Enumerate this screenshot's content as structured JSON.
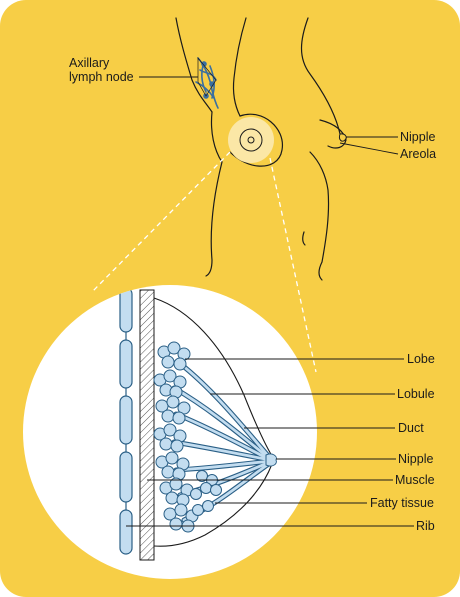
{
  "labels": {
    "axillary_line1": "Axillary",
    "axillary_line2": "lymph node",
    "nipple_top": "Nipple",
    "areola": "Areola",
    "lobe": "Lobe",
    "lobule": "Lobule",
    "duct": "Duct",
    "nipple_detail": "Nipple",
    "muscle": "Muscle",
    "fatty_tissue": "Fatty tissue",
    "rib": "Rib"
  },
  "colors": {
    "background": "#F7CE46",
    "outline": "#1b1b1b",
    "lobe_fill": "#C3DDF0",
    "lobe_stroke": "#2a5f86",
    "detail_circle": "#ffffff",
    "areola_highlight": "#FBE7A6",
    "lymph_node": "#3a6fa0"
  }
}
